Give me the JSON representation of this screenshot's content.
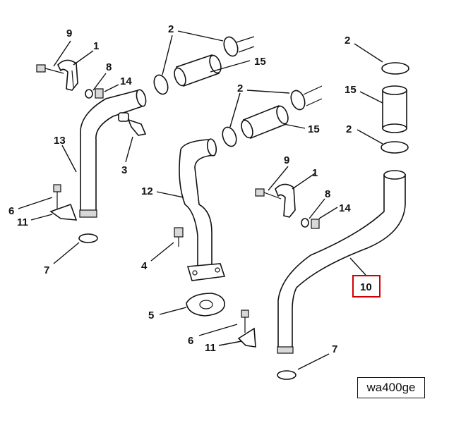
{
  "figure_id": "wa400ge",
  "highlight_color": "#d00000",
  "callouts": {
    "left_9": "9",
    "left_1": "1",
    "left_8": "8",
    "left_14": "14",
    "left_3": "3",
    "left_13": "13",
    "left_6": "6",
    "left_11": "11",
    "left_7": "7",
    "mid_2_top": "2",
    "mid_15_top": "15",
    "mid_2_lower": "2",
    "mid_15_lower": "15",
    "mid_12": "12",
    "mid_4": "4",
    "mid_5": "5",
    "mid_9": "9",
    "mid_1": "1",
    "mid_8": "8",
    "mid_14": "14",
    "bot_6": "6",
    "bot_11": "11",
    "right_2_top": "2",
    "right_15": "15",
    "right_2_lower": "2",
    "right_10": "10",
    "right_7": "7"
  }
}
